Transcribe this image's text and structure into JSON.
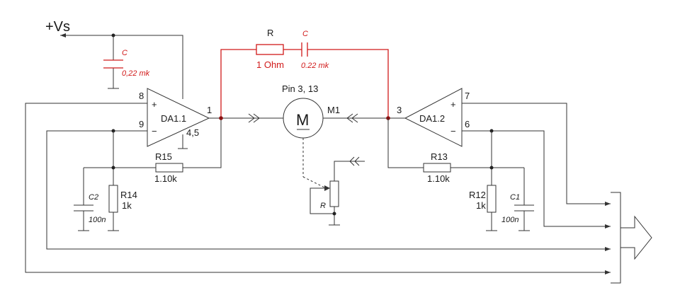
{
  "labels": {
    "vs": "+Vs",
    "c_top": "C",
    "c_top_val": "0,22 mk",
    "r_series": "R",
    "r_series_val": "1 Ohm",
    "c_series": "C",
    "c_series_val": "0.22 mk",
    "pin_label": "Pin 3, 13",
    "motor": "M1",
    "motor_symbol": "M",
    "da1": "DA1.1",
    "da2": "DA1.2",
    "pin8": "8",
    "pin9": "9",
    "pin1": "1",
    "pin45": "4,5",
    "pin3": "3",
    "pin7": "7",
    "pin6": "6",
    "plus": "+",
    "minus": "−",
    "r15": "R15",
    "r15_val": "1.10k",
    "r13": "R13",
    "r13_val": "1.10k",
    "r14": "R14",
    "r14_val": "1k",
    "r12": "R12",
    "r12_val": "1k",
    "c2": "C2",
    "c2_val": "100n",
    "c1": "C1",
    "c1_val": "100n",
    "pot": "R"
  },
  "colors": {
    "wire": "#333333",
    "highlight": "#d11a1a"
  }
}
